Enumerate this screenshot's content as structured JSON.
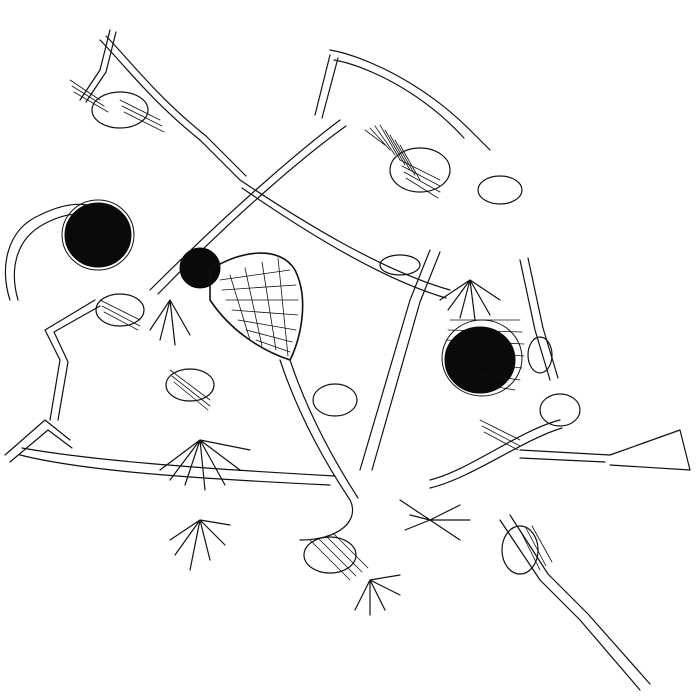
{
  "canvas": {
    "background": "#ffffff",
    "ink": "#111111"
  },
  "artwork": {
    "kind": "pen-and-ink line drawing",
    "palette": [
      "#ffffff",
      "#111111"
    ],
    "motifs": [
      "tubular-branching-structures",
      "black-spherical-bodies",
      "radial-tentacle-clusters",
      "segmented-hatched-tubes",
      "fan-shaped-hatched-form"
    ]
  }
}
